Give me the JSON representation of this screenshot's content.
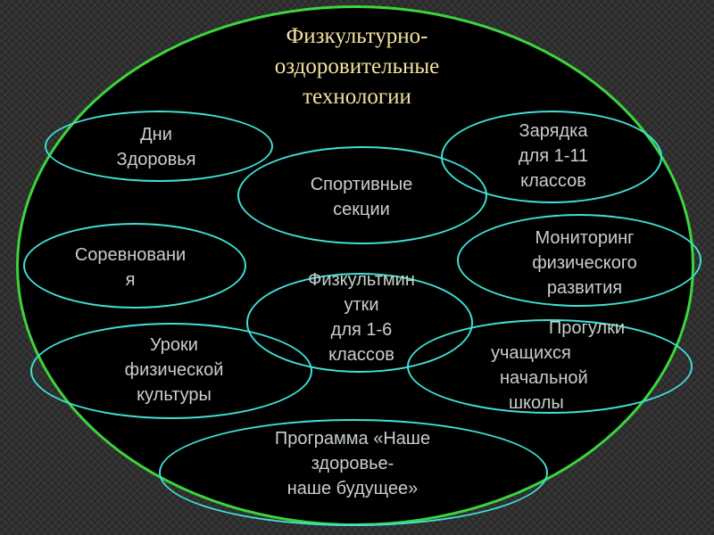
{
  "title": [
    "Физкультурно-",
    "оздоровительные",
    "технологии"
  ],
  "bubbles": {
    "days": [
      "Дни",
      "Здоровья"
    ],
    "exercise": [
      "Зарядка",
      "для 1-11",
      "классов"
    ],
    "sports": [
      "Спортивные",
      "секции"
    ],
    "competitions": [
      "Соревновани",
      "я"
    ],
    "monitoring": [
      "Мониторинг",
      "физического",
      "развития"
    ],
    "fizminutki": [
      "Физкультмин",
      "утки",
      "для 1-6",
      "классов"
    ],
    "lessons": [
      "Уроки",
      "физической",
      "культуры"
    ],
    "walks": [
      "Прогулки",
      "учащихся",
      "начальной",
      "школы"
    ],
    "program": [
      "Программа «Наше",
      "здоровье-",
      "наше будущее»"
    ]
  },
  "colors": {
    "outer_border": "#3bd63b",
    "bubble_border": "#3fe0d8",
    "title": "#f2e2a0",
    "text": "#c7d0c7"
  }
}
